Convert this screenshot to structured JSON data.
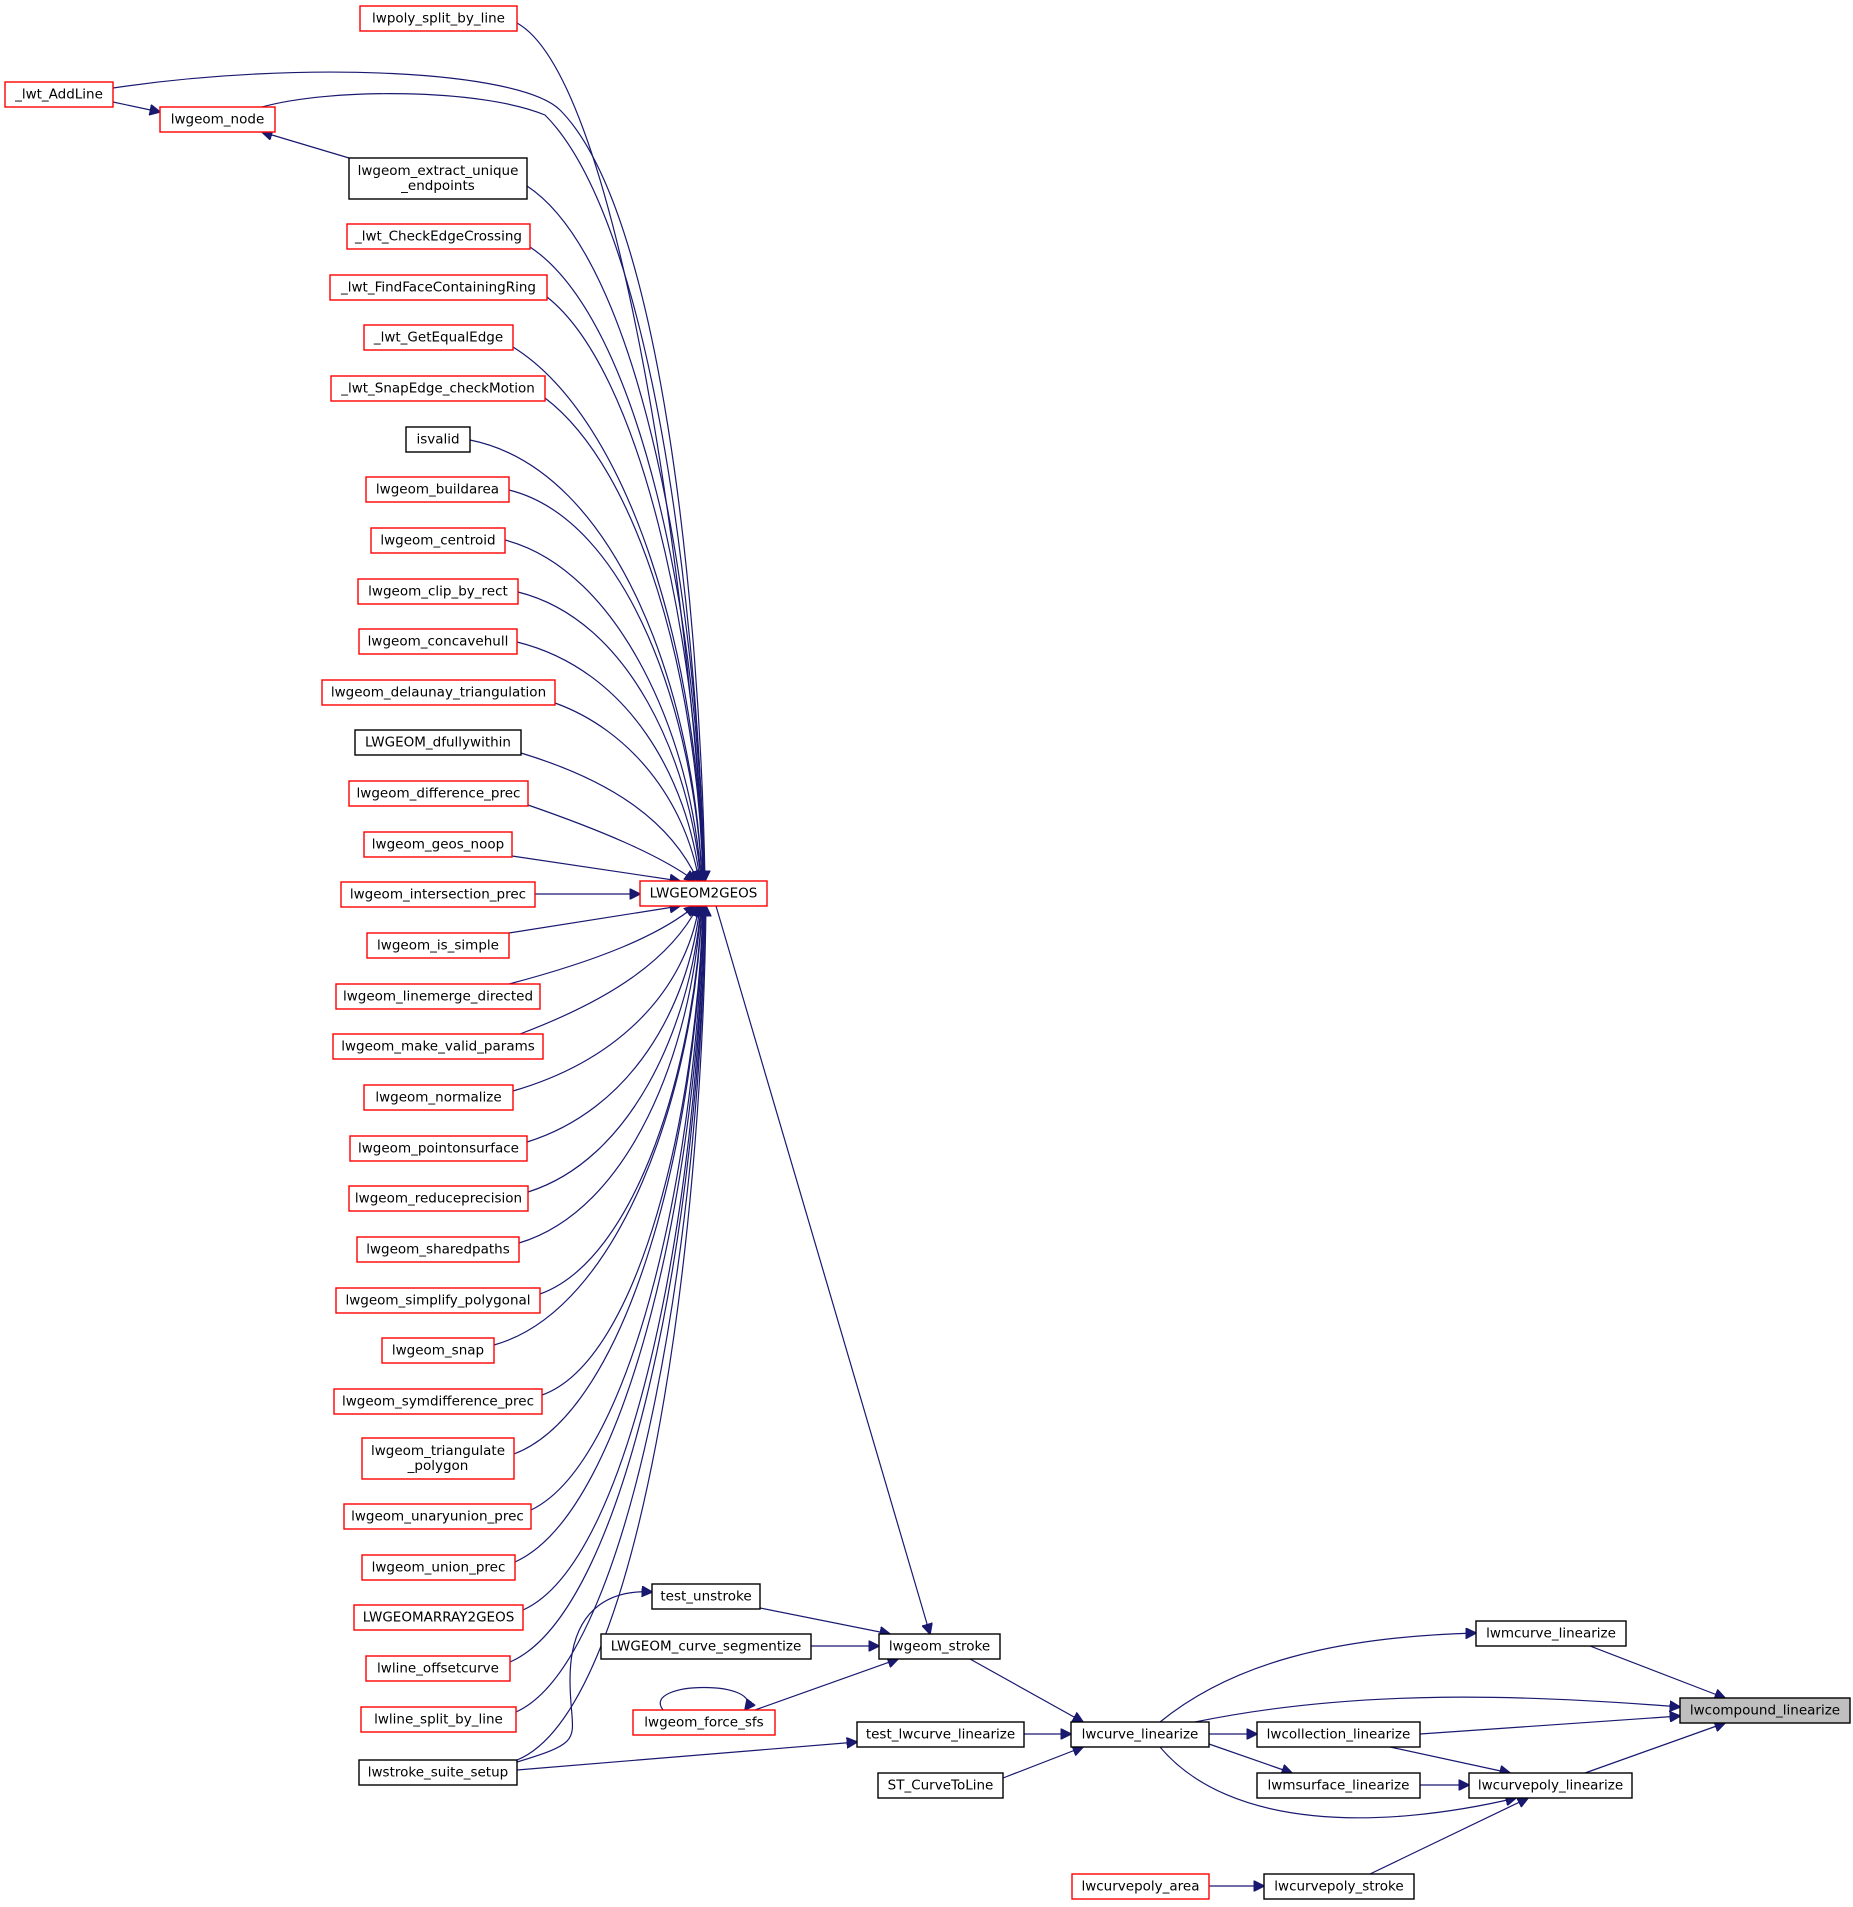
{
  "graph": {
    "colors": {
      "edge": "#191970",
      "border_default": "#ff0000",
      "border_documented": "#000000",
      "self_fill": "#bfbfbf"
    },
    "nodes": [
      {
        "id": "lwcompound_linearize",
        "lines": [
          "lwcompound_linearize"
        ],
        "style": "self"
      },
      {
        "id": "lwmcurve_linearize",
        "lines": [
          "lwmcurve_linearize"
        ],
        "style": "black"
      },
      {
        "id": "lwcurvepoly_linearize",
        "lines": [
          "lwcurvepoly_linearize"
        ],
        "style": "black"
      },
      {
        "id": "lwcollection_linearize",
        "lines": [
          "lwcollection_linearize"
        ],
        "style": "black"
      },
      {
        "id": "lwmsurface_linearize",
        "lines": [
          "lwmsurface_linearize"
        ],
        "style": "black"
      },
      {
        "id": "lwcurvepoly_stroke",
        "lines": [
          "lwcurvepoly_stroke"
        ],
        "style": "black"
      },
      {
        "id": "lwcurvepoly_area",
        "lines": [
          "lwcurvepoly_area"
        ],
        "style": "red"
      },
      {
        "id": "lwcurve_linearize",
        "lines": [
          "lwcurve_linearize"
        ],
        "style": "black"
      },
      {
        "id": "test_lwcurve_linearize",
        "lines": [
          "test_lwcurve_linearize"
        ],
        "style": "black"
      },
      {
        "id": "ST_CurveToLine",
        "lines": [
          "ST_CurveToLine"
        ],
        "style": "black"
      },
      {
        "id": "lwgeom_stroke",
        "lines": [
          "lwgeom_stroke"
        ],
        "style": "black"
      },
      {
        "id": "test_unstroke",
        "lines": [
          "test_unstroke"
        ],
        "style": "black"
      },
      {
        "id": "LWGEOM_curve_segmentize",
        "lines": [
          "LWGEOM_curve_segmentize"
        ],
        "style": "black"
      },
      {
        "id": "lwgeom_force_sfs",
        "lines": [
          "lwgeom_force_sfs"
        ],
        "style": "red"
      },
      {
        "id": "lwstroke_suite_setup",
        "lines": [
          "lwstroke_suite_setup"
        ],
        "style": "black"
      },
      {
        "id": "LWGEOM2GEOS",
        "lines": [
          "LWGEOM2GEOS"
        ],
        "style": "red"
      },
      {
        "id": "lwpoly_split_by_line",
        "lines": [
          "lwpoly_split_by_line"
        ],
        "style": "red"
      },
      {
        "id": "_lwt_AddLine",
        "lines": [
          "_lwt_AddLine"
        ],
        "style": "red"
      },
      {
        "id": "lwgeom_node",
        "lines": [
          "lwgeom_node"
        ],
        "style": "red"
      },
      {
        "id": "lwgeom_extract_unique_endpoints",
        "lines": [
          "lwgeom_extract_unique",
          "_endpoints"
        ],
        "style": "black"
      },
      {
        "id": "_lwt_CheckEdgeCrossing",
        "lines": [
          "_lwt_CheckEdgeCrossing"
        ],
        "style": "red"
      },
      {
        "id": "_lwt_FindFaceContainingRing",
        "lines": [
          "_lwt_FindFaceContainingRing"
        ],
        "style": "red"
      },
      {
        "id": "_lwt_GetEqualEdge",
        "lines": [
          "_lwt_GetEqualEdge"
        ],
        "style": "red"
      },
      {
        "id": "_lwt_SnapEdge_checkMotion",
        "lines": [
          "_lwt_SnapEdge_checkMotion"
        ],
        "style": "red"
      },
      {
        "id": "isvalid",
        "lines": [
          "isvalid"
        ],
        "style": "black"
      },
      {
        "id": "lwgeom_buildarea",
        "lines": [
          "lwgeom_buildarea"
        ],
        "style": "red"
      },
      {
        "id": "lwgeom_centroid",
        "lines": [
          "lwgeom_centroid"
        ],
        "style": "red"
      },
      {
        "id": "lwgeom_clip_by_rect",
        "lines": [
          "lwgeom_clip_by_rect"
        ],
        "style": "red"
      },
      {
        "id": "lwgeom_concavehull",
        "lines": [
          "lwgeom_concavehull"
        ],
        "style": "red"
      },
      {
        "id": "lwgeom_delaunay_triangulation",
        "lines": [
          "lwgeom_delaunay_triangulation"
        ],
        "style": "red"
      },
      {
        "id": "LWGEOM_dfullywithin",
        "lines": [
          "LWGEOM_dfullywithin"
        ],
        "style": "black"
      },
      {
        "id": "lwgeom_difference_prec",
        "lines": [
          "lwgeom_difference_prec"
        ],
        "style": "red"
      },
      {
        "id": "lwgeom_geos_noop",
        "lines": [
          "lwgeom_geos_noop"
        ],
        "style": "red"
      },
      {
        "id": "lwgeom_intersection_prec",
        "lines": [
          "lwgeom_intersection_prec"
        ],
        "style": "red"
      },
      {
        "id": "lwgeom_is_simple",
        "lines": [
          "lwgeom_is_simple"
        ],
        "style": "red"
      },
      {
        "id": "lwgeom_linemerge_directed",
        "lines": [
          "lwgeom_linemerge_directed"
        ],
        "style": "red"
      },
      {
        "id": "lwgeom_make_valid_params",
        "lines": [
          "lwgeom_make_valid_params"
        ],
        "style": "red"
      },
      {
        "id": "lwgeom_normalize",
        "lines": [
          "lwgeom_normalize"
        ],
        "style": "red"
      },
      {
        "id": "lwgeom_pointonsurface",
        "lines": [
          "lwgeom_pointonsurface"
        ],
        "style": "red"
      },
      {
        "id": "lwgeom_reduceprecision",
        "lines": [
          "lwgeom_reduceprecision"
        ],
        "style": "red"
      },
      {
        "id": "lwgeom_sharedpaths",
        "lines": [
          "lwgeom_sharedpaths"
        ],
        "style": "red"
      },
      {
        "id": "lwgeom_simplify_polygonal",
        "lines": [
          "lwgeom_simplify_polygonal"
        ],
        "style": "red"
      },
      {
        "id": "lwgeom_snap",
        "lines": [
          "lwgeom_snap"
        ],
        "style": "red"
      },
      {
        "id": "lwgeom_symdifference_prec",
        "lines": [
          "lwgeom_symdifference_prec"
        ],
        "style": "red"
      },
      {
        "id": "lwgeom_triangulate_polygon",
        "lines": [
          "lwgeom_triangulate",
          "_polygon"
        ],
        "style": "red"
      },
      {
        "id": "lwgeom_unaryunion_prec",
        "lines": [
          "lwgeom_unaryunion_prec"
        ],
        "style": "red"
      },
      {
        "id": "lwgeom_union_prec",
        "lines": [
          "lwgeom_union_prec"
        ],
        "style": "red"
      },
      {
        "id": "LWGEOMARRAY2GEOS",
        "lines": [
          "LWGEOMARRAY2GEOS"
        ],
        "style": "red"
      },
      {
        "id": "lwline_offsetcurve",
        "lines": [
          "lwline_offsetcurve"
        ],
        "style": "red"
      },
      {
        "id": "lwline_split_by_line",
        "lines": [
          "lwline_split_by_line"
        ],
        "style": "red"
      }
    ],
    "edges": [
      {
        "from": "lwmcurve_linearize",
        "to": "lwcompound_linearize"
      },
      {
        "from": "lwcurve_linearize",
        "to": "lwcompound_linearize"
      },
      {
        "from": "lwcollection_linearize",
        "to": "lwcompound_linearize"
      },
      {
        "from": "lwcurvepoly_linearize",
        "to": "lwcompound_linearize"
      },
      {
        "from": "lwcurve_linearize",
        "to": "lwmcurve_linearize"
      },
      {
        "from": "lwcollection_linearize",
        "to": "lwcurvepoly_linearize"
      },
      {
        "from": "lwmsurface_linearize",
        "to": "lwcurvepoly_linearize"
      },
      {
        "from": "lwcurve_linearize",
        "to": "lwcurvepoly_linearize"
      },
      {
        "from": "lwcurvepoly_stroke",
        "to": "lwcurvepoly_linearize"
      },
      {
        "from": "lwcurvepoly_area",
        "to": "lwcurvepoly_stroke"
      },
      {
        "from": "lwcurve_linearize",
        "to": "lwcollection_linearize"
      },
      {
        "from": "lwcurve_linearize",
        "to": "lwmsurface_linearize"
      },
      {
        "from": "lwgeom_stroke",
        "to": "lwcurve_linearize"
      },
      {
        "from": "test_lwcurve_linearize",
        "to": "lwcurve_linearize"
      },
      {
        "from": "ST_CurveToLine",
        "to": "lwcurve_linearize"
      },
      {
        "from": "lwstroke_suite_setup",
        "to": "test_lwcurve_linearize"
      },
      {
        "from": "test_unstroke",
        "to": "lwgeom_stroke"
      },
      {
        "from": "LWGEOM_curve_segmentize",
        "to": "lwgeom_stroke"
      },
      {
        "from": "lwgeom_force_sfs",
        "to": "lwgeom_stroke"
      },
      {
        "from": "LWGEOM2GEOS",
        "to": "lwgeom_stroke"
      },
      {
        "from": "lwgeom_force_sfs",
        "to": "lwgeom_force_sfs"
      },
      {
        "from": "lwstroke_suite_setup",
        "to": "test_unstroke"
      },
      {
        "from": "_lwt_AddLine",
        "to": "lwgeom_node"
      },
      {
        "from": "lwgeom_extract_unique_endpoints",
        "to": "lwgeom_node"
      },
      {
        "from": "lwpoly_split_by_line",
        "to": "LWGEOM2GEOS"
      },
      {
        "from": "_lwt_AddLine",
        "to": "LWGEOM2GEOS"
      },
      {
        "from": "lwgeom_node",
        "to": "LWGEOM2GEOS"
      },
      {
        "from": "lwgeom_extract_unique_endpoints",
        "to": "LWGEOM2GEOS"
      },
      {
        "from": "_lwt_CheckEdgeCrossing",
        "to": "LWGEOM2GEOS"
      },
      {
        "from": "_lwt_FindFaceContainingRing",
        "to": "LWGEOM2GEOS"
      },
      {
        "from": "_lwt_GetEqualEdge",
        "to": "LWGEOM2GEOS"
      },
      {
        "from": "_lwt_SnapEdge_checkMotion",
        "to": "LWGEOM2GEOS"
      },
      {
        "from": "isvalid",
        "to": "LWGEOM2GEOS"
      },
      {
        "from": "lwgeom_buildarea",
        "to": "LWGEOM2GEOS"
      },
      {
        "from": "lwgeom_centroid",
        "to": "LWGEOM2GEOS"
      },
      {
        "from": "lwgeom_clip_by_rect",
        "to": "LWGEOM2GEOS"
      },
      {
        "from": "lwgeom_concavehull",
        "to": "LWGEOM2GEOS"
      },
      {
        "from": "lwgeom_delaunay_triangulation",
        "to": "LWGEOM2GEOS"
      },
      {
        "from": "LWGEOM_dfullywithin",
        "to": "LWGEOM2GEOS"
      },
      {
        "from": "lwgeom_difference_prec",
        "to": "LWGEOM2GEOS"
      },
      {
        "from": "lwgeom_geos_noop",
        "to": "LWGEOM2GEOS"
      },
      {
        "from": "lwgeom_intersection_prec",
        "to": "LWGEOM2GEOS"
      },
      {
        "from": "lwgeom_is_simple",
        "to": "LWGEOM2GEOS"
      },
      {
        "from": "lwgeom_linemerge_directed",
        "to": "LWGEOM2GEOS"
      },
      {
        "from": "lwgeom_make_valid_params",
        "to": "LWGEOM2GEOS"
      },
      {
        "from": "lwgeom_normalize",
        "to": "LWGEOM2GEOS"
      },
      {
        "from": "lwgeom_pointonsurface",
        "to": "LWGEOM2GEOS"
      },
      {
        "from": "lwgeom_reduceprecision",
        "to": "LWGEOM2GEOS"
      },
      {
        "from": "lwgeom_sharedpaths",
        "to": "LWGEOM2GEOS"
      },
      {
        "from": "lwgeom_simplify_polygonal",
        "to": "LWGEOM2GEOS"
      },
      {
        "from": "lwgeom_snap",
        "to": "LWGEOM2GEOS"
      },
      {
        "from": "lwgeom_symdifference_prec",
        "to": "LWGEOM2GEOS"
      },
      {
        "from": "lwgeom_triangulate_polygon",
        "to": "LWGEOM2GEOS"
      },
      {
        "from": "lwgeom_unaryunion_prec",
        "to": "LWGEOM2GEOS"
      },
      {
        "from": "lwgeom_union_prec",
        "to": "LWGEOM2GEOS"
      },
      {
        "from": "LWGEOMARRAY2GEOS",
        "to": "LWGEOM2GEOS"
      },
      {
        "from": "lwline_offsetcurve",
        "to": "LWGEOM2GEOS"
      },
      {
        "from": "lwline_split_by_line",
        "to": "LWGEOM2GEOS"
      },
      {
        "from": "lwstroke_suite_setup",
        "to": "LWGEOM2GEOS"
      }
    ]
  }
}
